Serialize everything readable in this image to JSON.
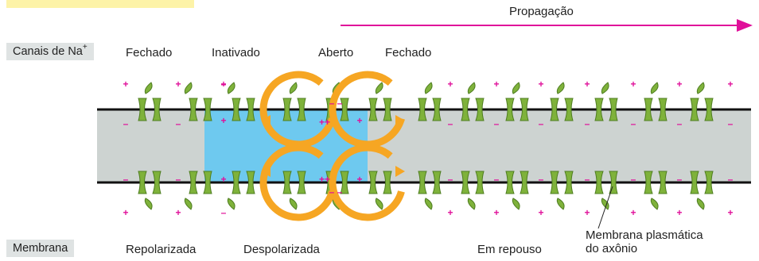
{
  "title_bar_color": "#fdf3a8",
  "propagation": {
    "label": "Propagação",
    "arrow_color": "#e0109a"
  },
  "rows": {
    "channels_label": "Canais de Na",
    "channels_sup": "+",
    "membrane_label": "Membrana"
  },
  "states": {
    "closed_1": "Fechado",
    "inactivated": "Inativado",
    "open": "Aberto",
    "closed_2": "Fechado"
  },
  "regions": {
    "repolarized": "Repolarizada",
    "depolarized": "Despolarizada",
    "resting": "Em repouso"
  },
  "annotation": {
    "line1": "Membrana plasmática",
    "line2": "do axônio"
  },
  "charges": {
    "plus": "+",
    "minus": "–",
    "double_plus": "++",
    "double_minus": "– –"
  },
  "colors": {
    "axon": "#cdd3d1",
    "depolarized": "#6ec9ef",
    "channel": "#7fb23b",
    "channel_dark": "#4e7d20",
    "current_arrow": "#f6a623",
    "charge": "#e0109a"
  }
}
